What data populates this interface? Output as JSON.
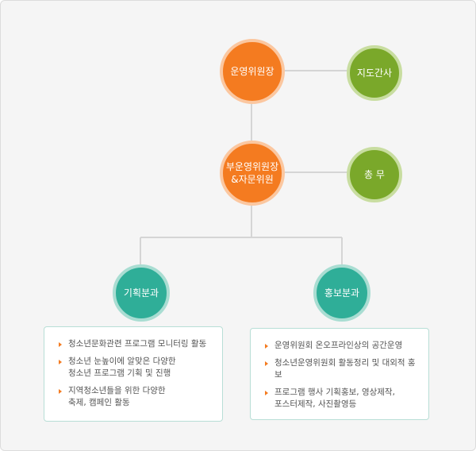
{
  "nodes": {
    "chair": "운영위원장",
    "auditor": "지도간사",
    "vice_chair": "부운영위원장\n&자문위원",
    "general_affairs": "총 무",
    "planning": "기획분과",
    "promotion": "홍보분과"
  },
  "planning_box": {
    "items": [
      "청소년문화관련 프로그램 모니터링 활동",
      "청소년 눈높이에 알맞은 다양한\n청소년 프로그램 기획 및 진행",
      "지역청소년들을 위한 다양한\n축제, 캠페인 활동"
    ]
  },
  "promotion_box": {
    "items": [
      "운영위원회 온오프라인상의 공간운영",
      "청소년운영위원회 활동정리 및 대외적 홍보",
      "프로그램 행사 기획홍보, 영상제작,\n포스터제작, 사진촬영등"
    ]
  },
  "colors": {
    "orange": "#f47b20",
    "green": "#7aa82a",
    "teal": "#2fae98",
    "connector": "#d5d5d5"
  }
}
